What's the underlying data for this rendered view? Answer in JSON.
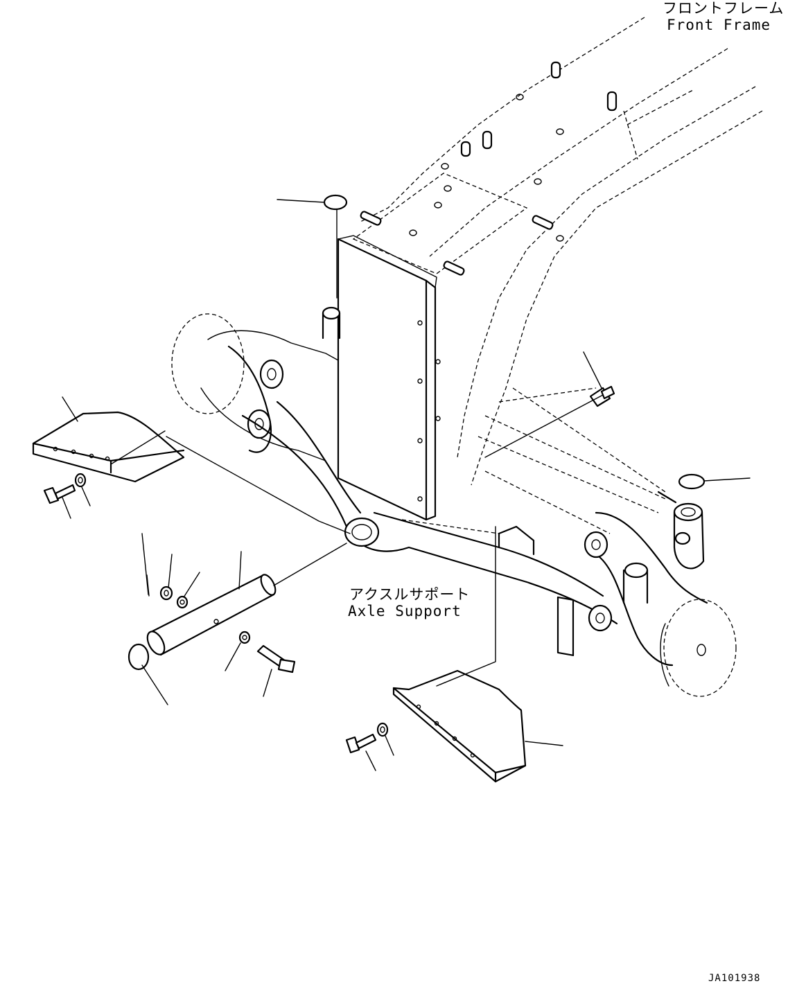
{
  "labels": {
    "front_frame_jp": "フロントフレーム",
    "front_frame_en": "Front Frame",
    "axle_support_jp": "アクスルサポート",
    "axle_support_en": "Axle Support",
    "drawing_number": "JA101938"
  },
  "colors": {
    "line": "#000000",
    "background": "#ffffff"
  }
}
